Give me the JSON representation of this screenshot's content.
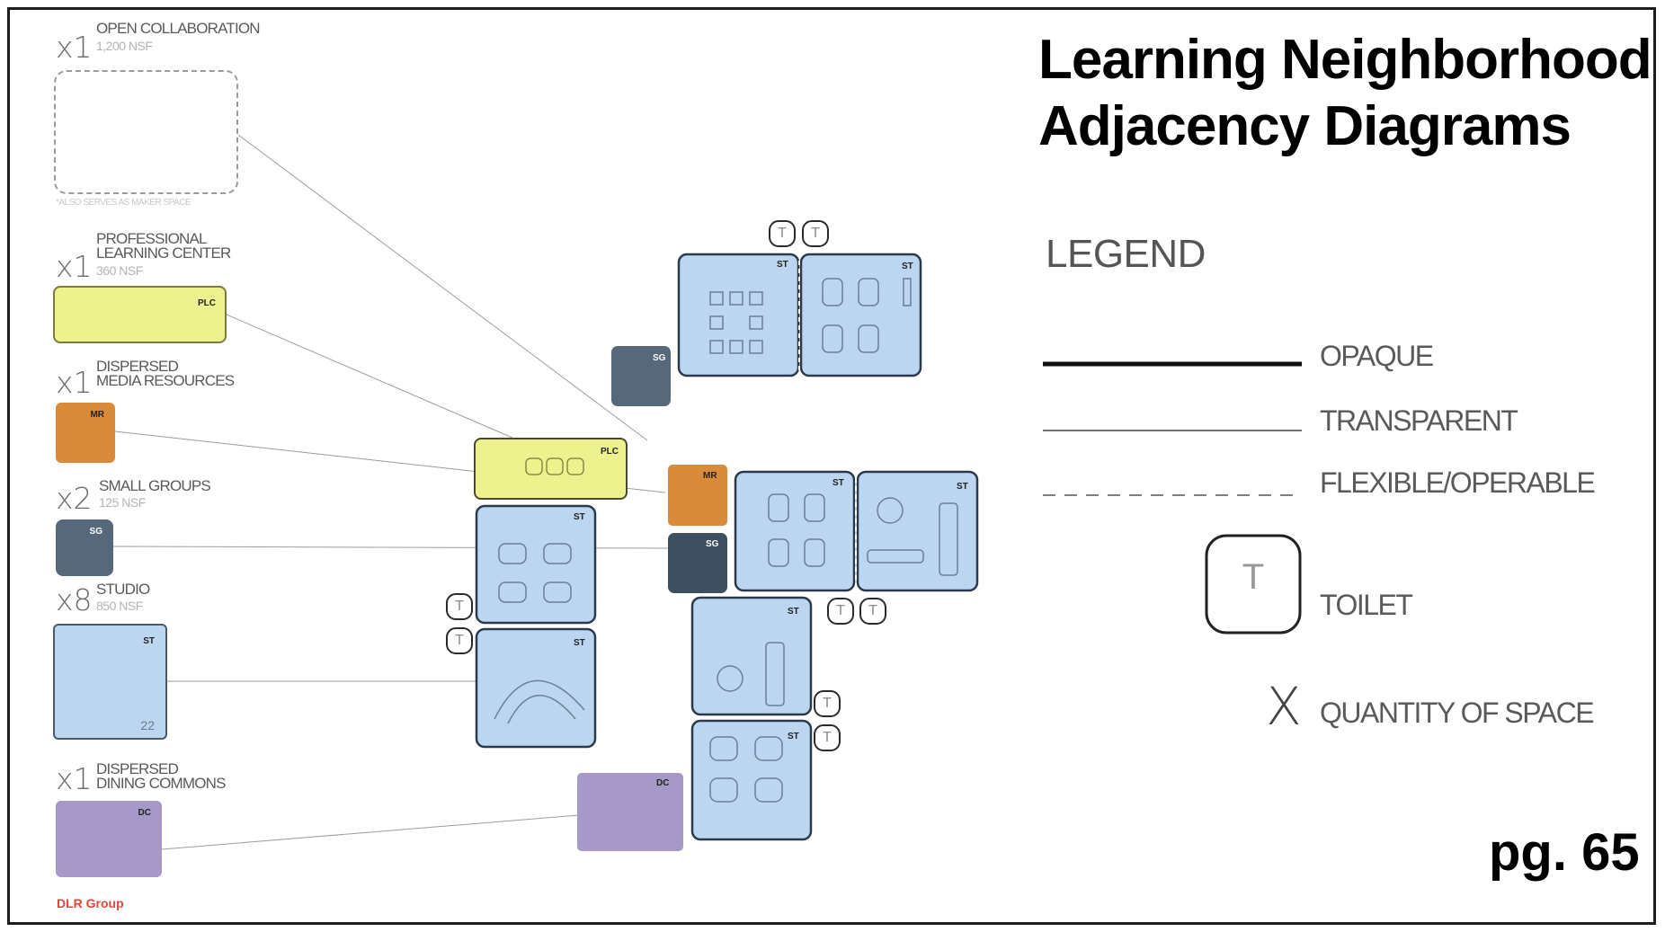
{
  "title": {
    "line1": "Learning Neighborhood",
    "line2": "Adjacency Diagrams"
  },
  "legend": {
    "heading": "LEGEND",
    "opaque": "OPAQUE",
    "transparent": "TRANSPARENT",
    "flexible": "FLEXIBLE/OPERABLE",
    "toilet": "TOILET",
    "toilet_symbol": "T",
    "quantity_symbol": "X",
    "quantity": "QUANTITY OF SPACE"
  },
  "spaces": [
    {
      "qty": "x1",
      "name": "OPEN COLLABORATION",
      "nsf": "1,200 NSF",
      "note": "*ALSO SERVES AS MAKER SPACE",
      "tag": ""
    },
    {
      "qty": "x1",
      "name": "PROFESSIONAL\nLEARNING CENTER",
      "nsf": "360 NSF",
      "tag": "PLC"
    },
    {
      "qty": "x1",
      "name": "DISPERSED\nMEDIA RESOURCES",
      "nsf": "",
      "tag": "MR"
    },
    {
      "qty": "x2",
      "name": "SMALL GROUPS",
      "nsf": "125 NSF",
      "tag": "SG"
    },
    {
      "qty": "x8",
      "name": "STUDIO",
      "nsf": "850 NSF",
      "tag": "ST",
      "count": "22"
    },
    {
      "qty": "x1",
      "name": "DISPERSED\nDINING COMMONS",
      "nsf": "",
      "tag": "DC"
    }
  ],
  "plan_tags": {
    "st": "ST",
    "sg": "SG",
    "mr": "MR",
    "plc": "PLC",
    "dc": "DC"
  },
  "page": "pg. 65",
  "brand": "DLR Group",
  "colors": {
    "studio": "#bcd6f1",
    "plc": "#eef28e",
    "media": "#d98b3c",
    "small_group": "#56687a",
    "dining": "#a698c7"
  }
}
